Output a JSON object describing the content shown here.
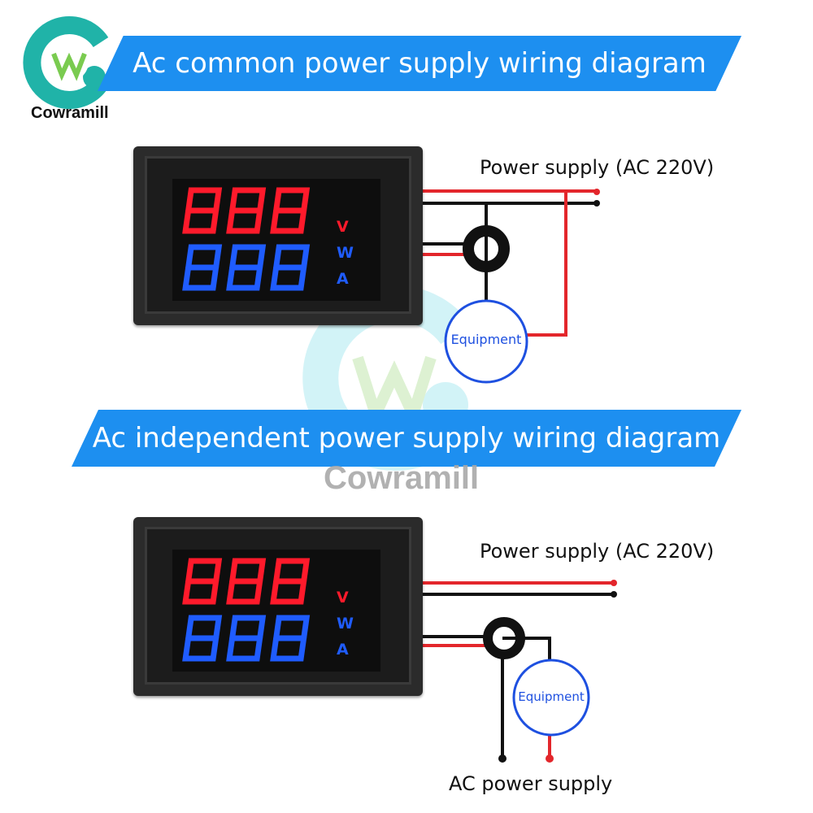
{
  "brand": {
    "name": "Cowramill",
    "watermark": "Cowramill"
  },
  "diagram1": {
    "title": "Ac common power supply wiring diagram",
    "power_label": "Power supply (AC 220V)",
    "equipment_label": "Equipment",
    "display": {
      "top_unit": "V",
      "bottom_unit_1": "W",
      "bottom_unit_2": "A"
    }
  },
  "diagram2": {
    "title": "Ac independent power supply wiring diagram",
    "power_label": "Power supply (AC 220V)",
    "equipment_label": "Equipment",
    "ac_label": "AC power supply",
    "display": {
      "top_unit": "V",
      "bottom_unit_1": "W",
      "bottom_unit_2": "A"
    }
  },
  "colors": {
    "banner": "#1d8ff0",
    "logo_teal": "#20b3a8",
    "wire_red": "#e3262b",
    "digit_red": "#ff1a2b",
    "digit_blue": "#1f5cff",
    "equipment_blue": "#1e50e0"
  },
  "icons": [
    "brand-logo",
    "watermark-logo",
    "current-transformer-icon",
    "equipment-icon"
  ]
}
